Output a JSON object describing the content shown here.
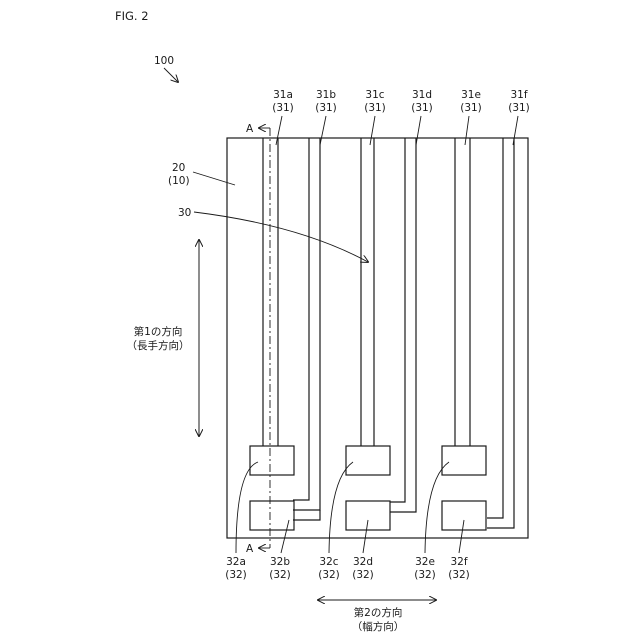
{
  "figure_label": "FIG. 2",
  "device_ref": "100",
  "substrate": {
    "ref": "20",
    "ref_paren": "(10)"
  },
  "wiring_ref": "30",
  "section": {
    "top": "A",
    "bottom": "A"
  },
  "top_terminals": [
    {
      "ref": "31a",
      "paren": "(31)"
    },
    {
      "ref": "31b",
      "paren": "(31)"
    },
    {
      "ref": "31c",
      "paren": "(31)"
    },
    {
      "ref": "31d",
      "paren": "(31)"
    },
    {
      "ref": "31e",
      "paren": "(31)"
    },
    {
      "ref": "31f",
      "paren": "(31)"
    }
  ],
  "bottom_pads": [
    {
      "ref": "32a",
      "paren": "(32)"
    },
    {
      "ref": "32b",
      "paren": "(32)"
    },
    {
      "ref": "32c",
      "paren": "(32)"
    },
    {
      "ref": "32d",
      "paren": "(32)"
    },
    {
      "ref": "32e",
      "paren": "(32)"
    },
    {
      "ref": "32f",
      "paren": "(32)"
    }
  ],
  "direction1": {
    "line1": "第1の方向",
    "line2": "（長手方向）"
  },
  "direction2": {
    "line1": "第2の方向",
    "line2": "（幅方向）"
  }
}
